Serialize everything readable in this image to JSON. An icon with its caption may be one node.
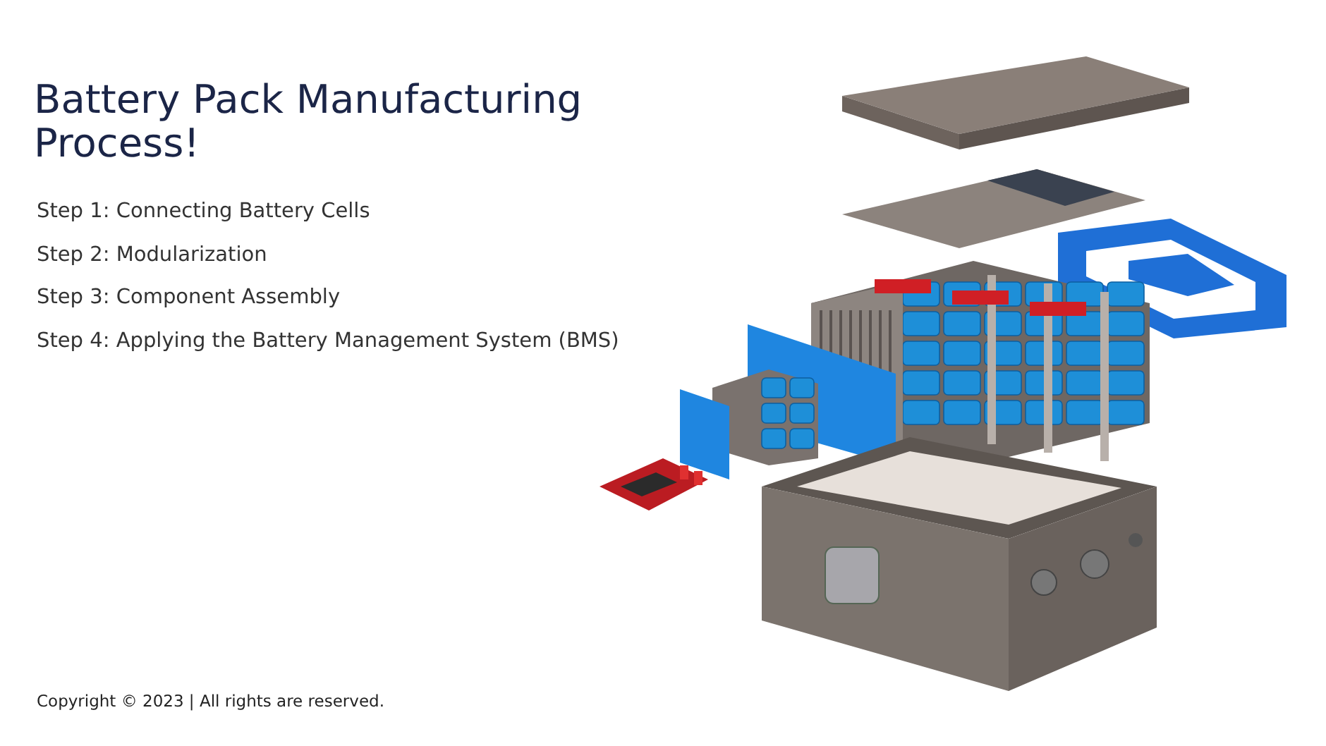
{
  "diagram": {
    "title": "Battery Pack Manufacturing Process!",
    "labels": [
      "Step 1: Connecting Battery Cells",
      "Step 2: Modularization",
      "Step 3: Component Assembly",
      "Step 4: Applying the Battery Management System (BMS)",
      "Copyright © 2023 | All rights are reserved."
    ]
  }
}
